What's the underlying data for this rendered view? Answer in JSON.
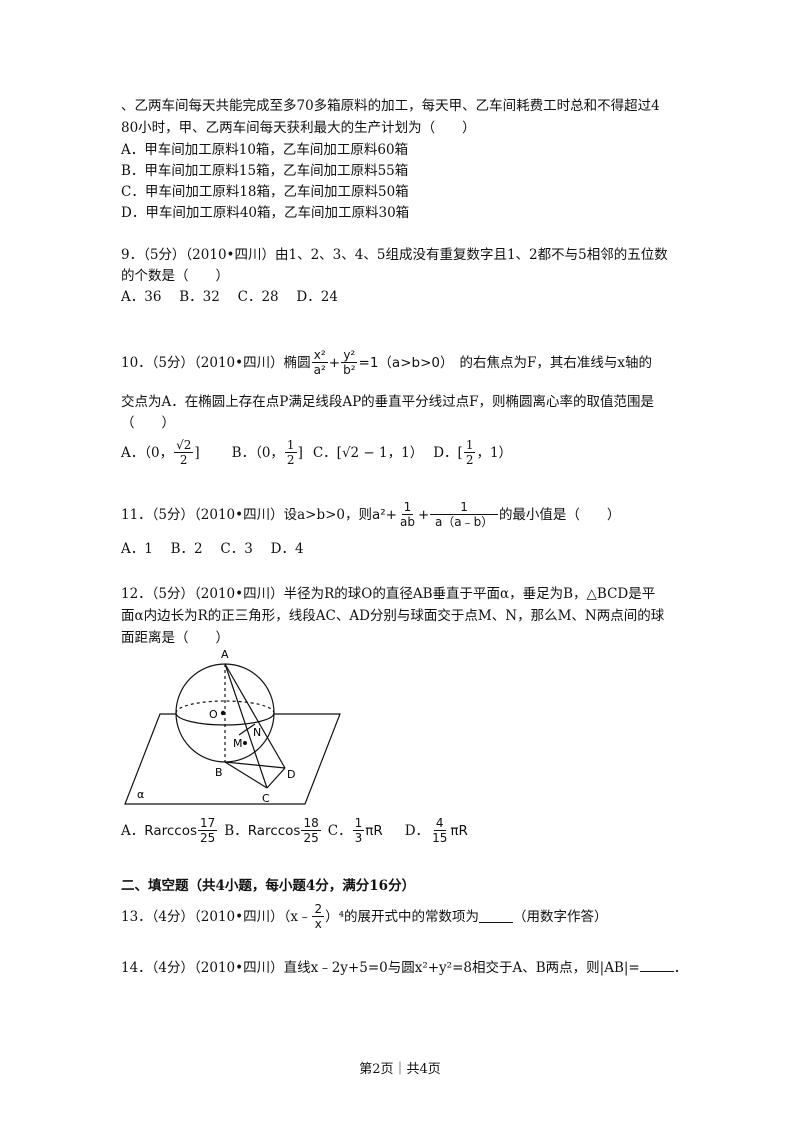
{
  "q8": {
    "line1": "、乙两车间每天共能完成至多70多箱原料的加工，每天甲、乙车间耗费工时总和不得超过4",
    "line2": "80小时，甲、乙两车间每天获利最大的生产计划为（　　）",
    "options": [
      "A．甲车间加工原料10箱，乙车间加工原料60箱",
      "B．甲车间加工原料15箱，乙车间加工原料55箱",
      "C．甲车间加工原料18箱，乙车间加工原料50箱",
      "D．甲车间加工原料40箱，乙车间加工原料30箱"
    ]
  },
  "q9": {
    "line1": "9．（5分）（2010•四川）由1、2、3、4、5组成没有重复数字且1、2都不与5相邻的五位数",
    "line2": "的个数是（　　）",
    "options": "A．36　 B．32　 C．28　 D．24"
  },
  "q10": {
    "prefix": "10．（5分）（2010•四川）椭圆",
    "x2": "x²",
    "a2": "a²",
    "y2": "y²",
    "b2": "b²",
    "eq_tail": "=1（a>b>0）",
    "suffix": "的右焦点为F，其右准线与x轴的",
    "line2": "交点为A．在椭圆上存在点P满足线段AP的垂直平分线过点F，则椭圆离心率的取值范围是",
    "line3": "（　　）",
    "optA_pre": "A．（0，",
    "optA_num": "√2",
    "optA_den": "2",
    "optA_post": "]",
    "optB_pre": "B．（0，",
    "optB_num": "1",
    "optB_den": "2",
    "optB_post": "]",
    "optC": "C．[√2 − 1，1）",
    "optD_pre": "D．[",
    "optD_num": "1",
    "optD_den": "2",
    "optD_post": "，1）"
  },
  "q11": {
    "prefix": "11．（5分）（2010•四川）设a>b>0，则",
    "a2": "a²+",
    "f1_num": "1",
    "f1_den": "ab",
    "plus": "+",
    "f2_num": "1",
    "f2_den": "a（a﹣b）",
    "suffix": "的最小值是（　　）",
    "options": "A．1　 B．2　 C．3　 D．4"
  },
  "q12": {
    "line1": "12．（5分）（2010•四川）半径为R的球O的直径AB垂直于平面α，垂足为B，△BCD是平",
    "line2": "面α内边长为R的正三角形，线段AC、AD分别与球面交于点M、N，那么M、N两点间的球",
    "line3": "面距离是（　　）",
    "figure_labels": {
      "A": "A",
      "O": "O",
      "M": "M",
      "N": "N",
      "B": "B",
      "C": "C",
      "D": "D",
      "alpha": "α"
    },
    "optA_pre": "A．",
    "optA_func": "Rarccos",
    "optA_num": "17",
    "optA_den": "25",
    "optB_pre": "B．",
    "optB_func": "Rarccos",
    "optB_num": "18",
    "optB_den": "25",
    "optC_pre": "C．",
    "optC_num": "1",
    "optC_den": "3",
    "optC_post": "πR",
    "optD_pre": "D．",
    "optD_num": "4",
    "optD_den": "15",
    "optD_post": "πR"
  },
  "section2": {
    "title": "二、填空题（共4小题，每小题4分，满分16分）"
  },
  "q13": {
    "prefix": "13．（4分）（2010•四川）（x﹣",
    "num": "2",
    "den": "x",
    "mid": "）⁴的展开式中的常数项为",
    "suffix": "（用数字作答）"
  },
  "q14": {
    "prefix": "14．（4分）（2010•四川）直线x﹣2y+5=0与圆x²+y²=8相交于A、B两点，则|AB|=",
    "suffix": "．"
  },
  "footer": {
    "text": "第2页｜共4页"
  }
}
